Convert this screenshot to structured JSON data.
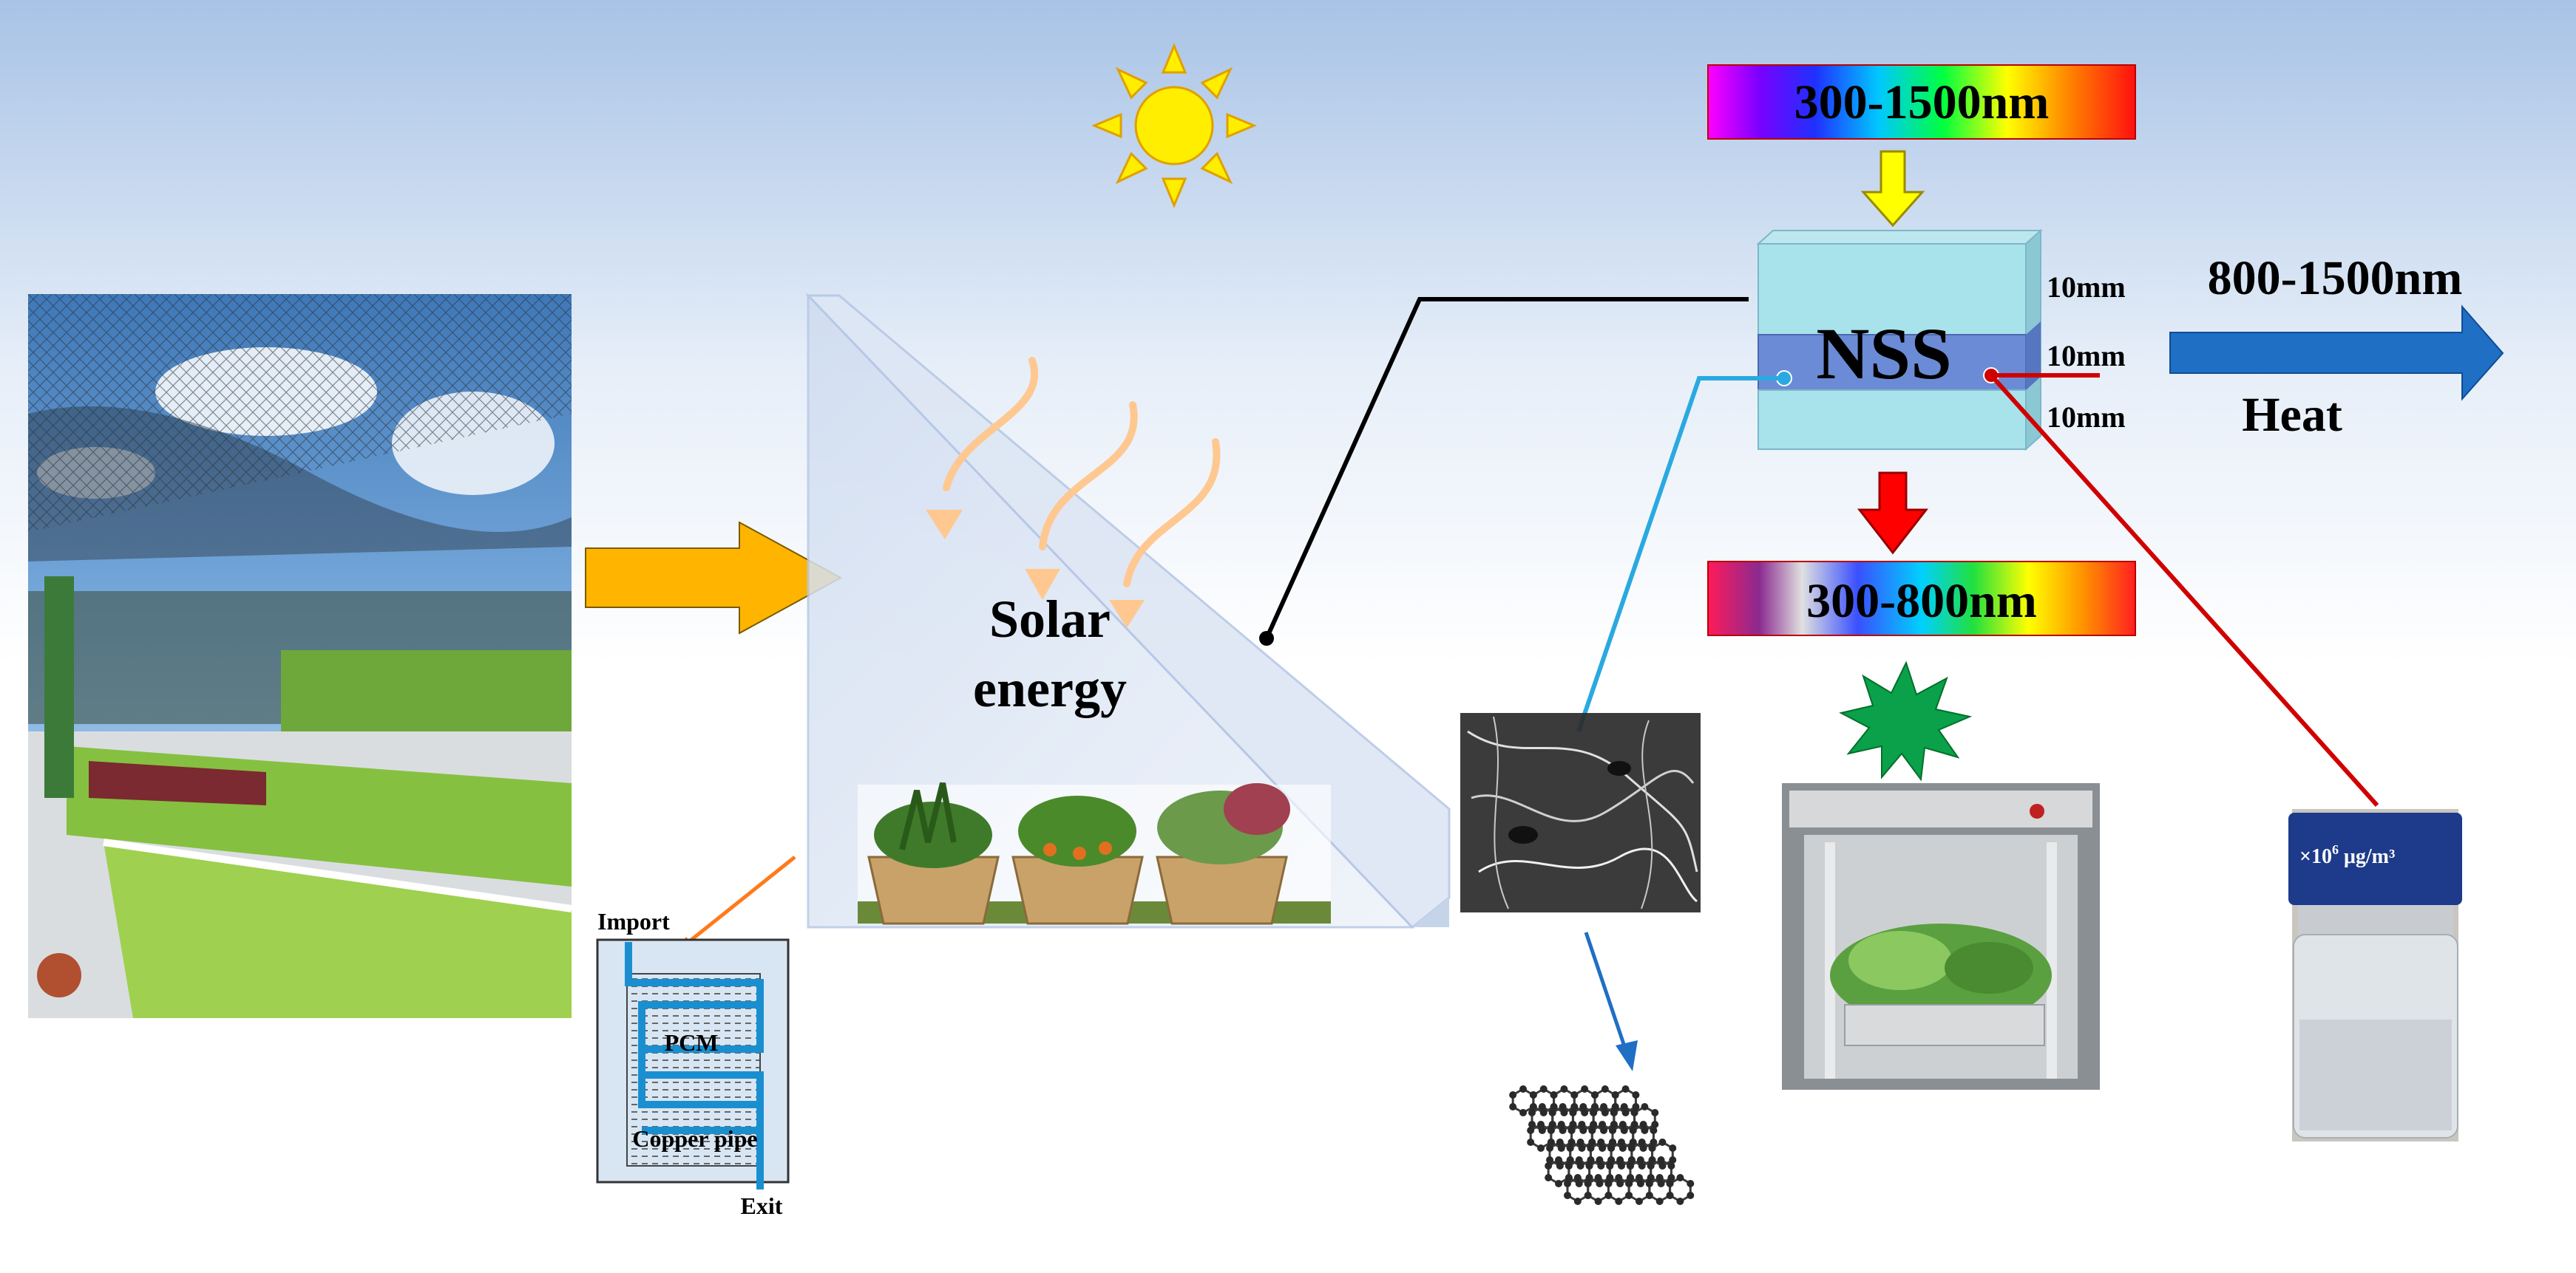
{
  "figure": {
    "glass_label_line1": "Solar",
    "glass_label_line2": "energy",
    "spectrum_input": "300-1500nm",
    "spectrum_output": "300-800nm",
    "nss_label": "NSS",
    "layer_thickness": [
      "10mm",
      "10mm",
      "10mm"
    ],
    "ir_range": "800-1500nm",
    "ir_result": "Heat",
    "pcm_tank": {
      "import": "Import",
      "pcm": "PCM",
      "pipe": "Copper pipe",
      "exit": "Exit"
    },
    "bottle_label_prefix": "×10",
    "bottle_label_exp": "6",
    "bottle_label_unit": " μg/m³"
  },
  "colors": {
    "sky_top": "#a8c3e6",
    "arrow_orange": "#ffb400",
    "arrow_yellow": "#ffff00",
    "arrow_red": "#ff0000",
    "arrow_blue": "#1f6fc4",
    "line_cyan": "#2aa9e0",
    "line_red": "#d00000",
    "star_green": "#0aa14a",
    "sun_yellow": "#ffee00"
  },
  "icons": [
    "sun-icon",
    "sunbeam-icon",
    "graphene-lattice-icon",
    "starburst-icon"
  ]
}
